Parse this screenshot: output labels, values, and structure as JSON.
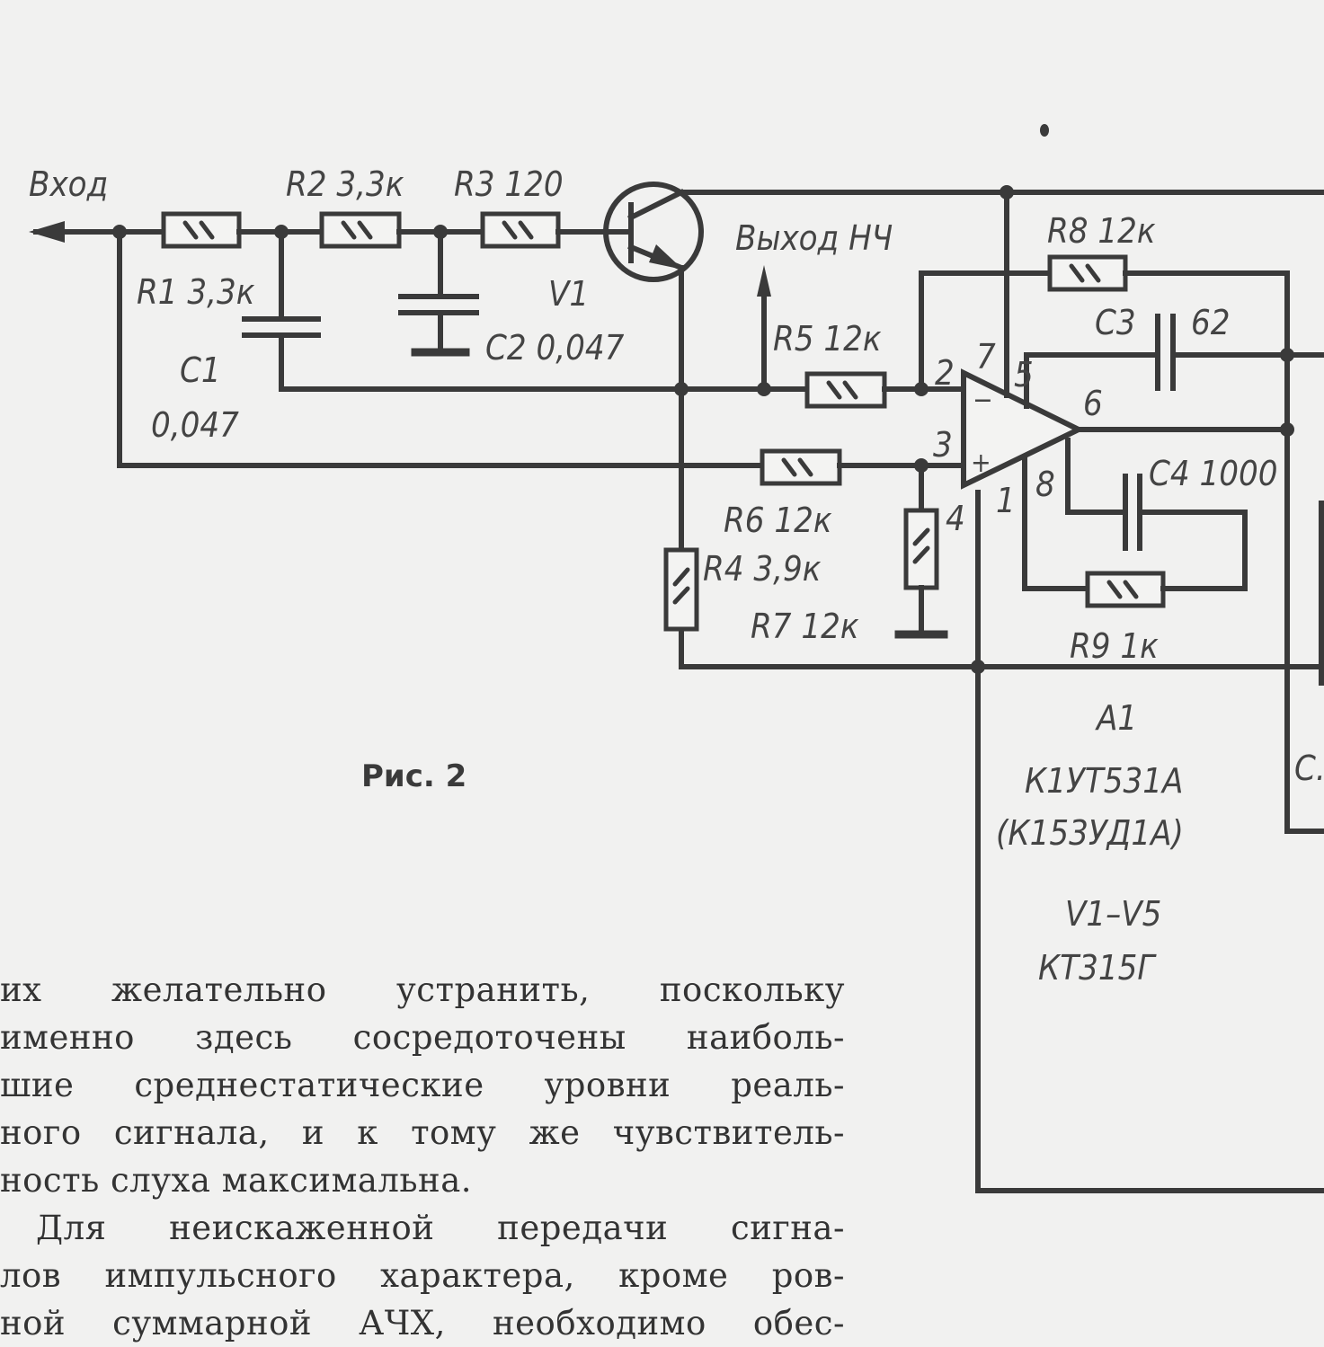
{
  "figure": {
    "caption": "Рис. 2",
    "labels": {
      "input": "Вход",
      "output": "Выход НЧ",
      "r1": "R1 3,3к",
      "r2": "R2 3,3к",
      "r3": "R3 120",
      "r4": "R4 3,9к",
      "r5": "R5 12к",
      "r6": "R6 12к",
      "r7": "R7 12к",
      "r8": "R8 12к",
      "r9": "R9 1к",
      "c1_name": "C1",
      "c1_value": "0,047",
      "c2": "C2 0,047",
      "c3_name": "C3",
      "c3_value": "62",
      "c4": "C4 1000",
      "v1": "V1",
      "cut_label": "C.",
      "pins": {
        "p1": "1",
        "p2": "2",
        "p3": "3",
        "p4": "4",
        "p5": "5",
        "p6": "6",
        "p7": "7",
        "p8": "8",
        "minus": "−",
        "plus": "+"
      }
    },
    "parts_list": {
      "a1_ref": "A1",
      "a1_type": "К1УТ531А",
      "a1_alt": "(К153УД1А)",
      "v_range": "V1–V5",
      "v_type": "КТ315Г"
    }
  },
  "article": {
    "lines": [
      "их желательно устранить, поскольку",
      "именно здесь сосредоточены наиболь-",
      "шие среднестатические уровни реаль-",
      "ного сигнала, и к тому же чувствитель-",
      "ность слуха максимальна."
    ],
    "paragraph2": [
      "Для неискаженной передачи сигна-",
      "лов импульсного характера, кроме ров-",
      "ной суммарной АЧХ, необходимо обес-"
    ]
  }
}
